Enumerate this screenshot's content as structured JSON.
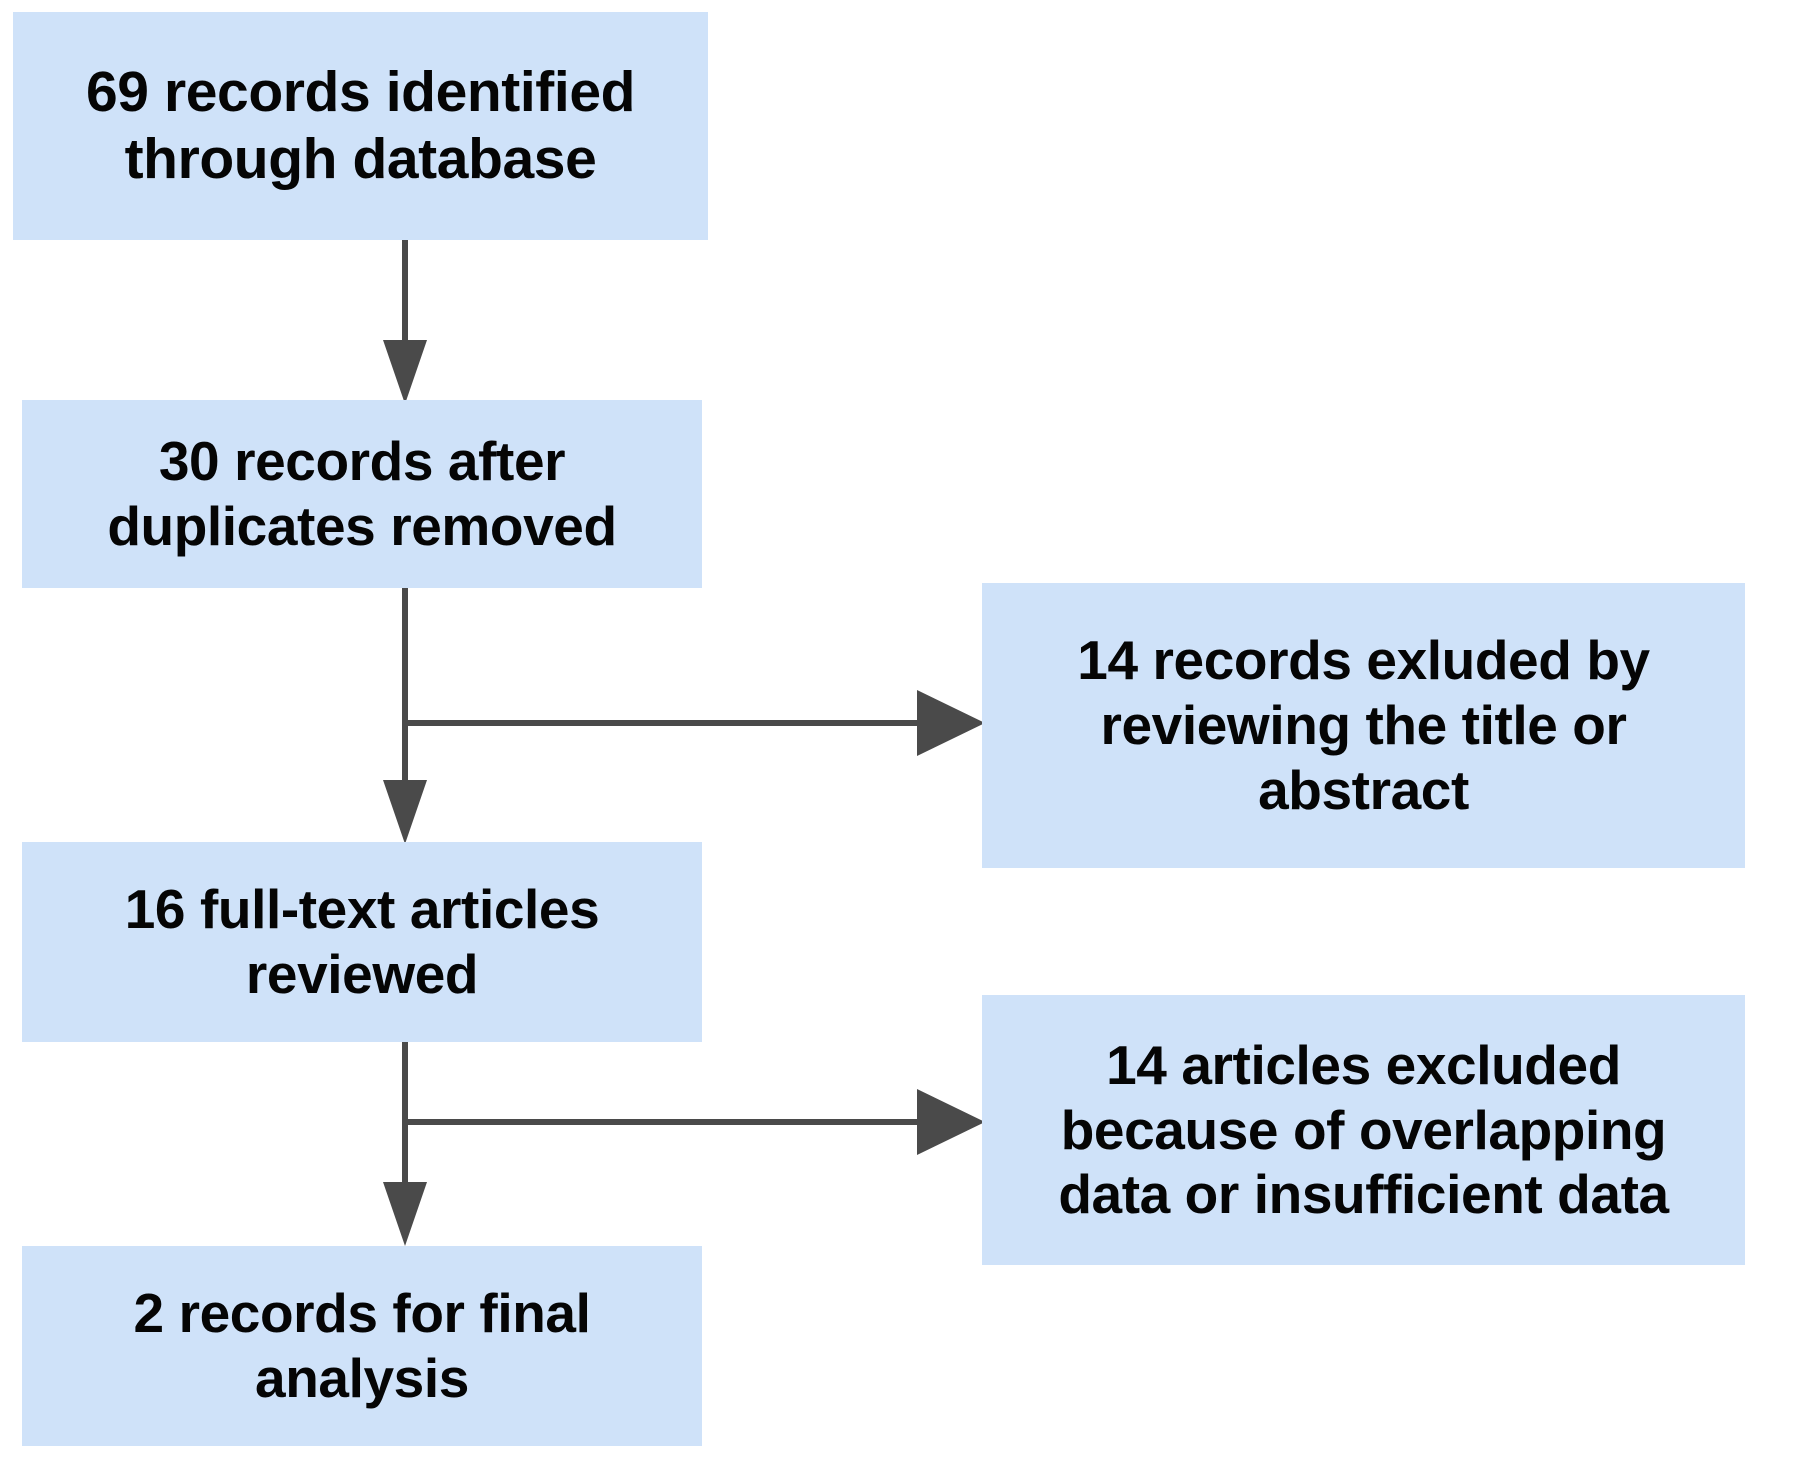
{
  "diagram": {
    "type": "prisma-flow-diagram",
    "background_color": "#ffffff",
    "box_fill_color": "#cfe2f9",
    "connector_color": "#4a4a4a",
    "text_color": "#050505",
    "nodes": [
      {
        "id": "identified",
        "count": 69,
        "label": "69 records identified\nthrough database",
        "column": "left",
        "stage": "identification"
      },
      {
        "id": "duplicates",
        "count": 30,
        "label": "30 records after\nduplicates removed",
        "column": "left",
        "stage": "screening"
      },
      {
        "id": "excluded-title",
        "count": 14,
        "label": "14 records exluded by\nreviewing the title or\nabstract",
        "column": "right",
        "stage": "excluded"
      },
      {
        "id": "fulltext",
        "count": 16,
        "label": "16 full-text articles\nreviewed",
        "column": "left",
        "stage": "eligibility"
      },
      {
        "id": "excluded-data",
        "count": 14,
        "label": "14 articles excluded\nbecause of overlapping\ndata or insufficient data",
        "column": "right",
        "stage": "excluded"
      },
      {
        "id": "final",
        "count": 2,
        "label": "2 records for final\nanalysis",
        "column": "left",
        "stage": "included"
      }
    ],
    "edges": [
      {
        "id": "e1",
        "from": "identified",
        "to": "duplicates",
        "direction": "down"
      },
      {
        "id": "e2",
        "from": "duplicates",
        "to": "fulltext",
        "direction": "down"
      },
      {
        "id": "e2b",
        "from": "duplicates",
        "to": "excluded-title",
        "direction": "right"
      },
      {
        "id": "e3",
        "from": "fulltext",
        "to": "final",
        "direction": "down"
      },
      {
        "id": "e3b",
        "from": "fulltext",
        "to": "excluded-data",
        "direction": "right"
      }
    ]
  }
}
